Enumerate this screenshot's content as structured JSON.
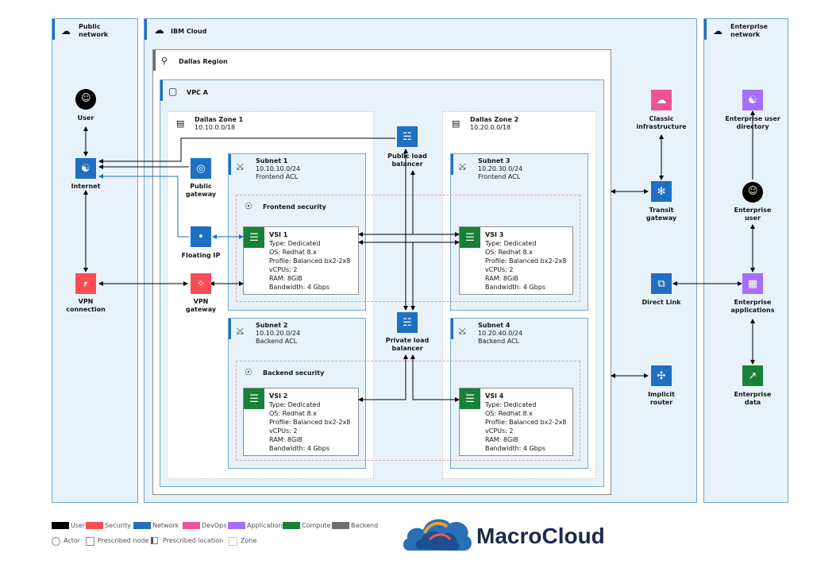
{
  "public_network": {
    "title": "Public\nnetwork",
    "title1": "Public",
    "title2": "network"
  },
  "ibm_cloud": {
    "title": "IBM Cloud"
  },
  "enterprise_network": {
    "title1": "Enterprise",
    "title2": "network"
  },
  "region": {
    "title": "Dallas Region"
  },
  "vpc": {
    "title": "VPC A"
  },
  "zone1": {
    "title": "Dallas Zone 1",
    "cidr": "10.10.0.0/18"
  },
  "zone2": {
    "title": "Dallas Zone 2",
    "cidr": "10.20.0.0/18"
  },
  "subnet1": {
    "title": "Subnet 1",
    "cidr": "10.10.10.0/24",
    "acl": "Frontend ACL"
  },
  "subnet2": {
    "title": "Subnet 2",
    "cidr": "10.10.20.0/24",
    "acl": "Backend ACL"
  },
  "subnet3": {
    "title": "Subnet 3",
    "cidr": "10.20.30.0/24",
    "acl": "Frontend ACL"
  },
  "subnet4": {
    "title": "Subnet 4",
    "cidr": "10.20.40.0/24",
    "acl": "Backend ACL"
  },
  "frontend_security": "Frontend security",
  "backend_security": "Backend security",
  "vsi1": {
    "name": "VSI 1",
    "type": "Type: Dedicated",
    "os": "OS: Redhat 8.x",
    "profile": "Profile: Balanced bx2-2x8",
    "vcpu": "vCPUs: 2",
    "ram": "RAM: 8GiB",
    "bw": "Bandwidth: 4 Gbps"
  },
  "vsi2": {
    "name": "VSI 2",
    "type": "Type: Dedicated",
    "os": "OS: Redhat 8.x",
    "profile": "Profile: Balanced bx2-2x8",
    "vcpu": "vCPUs: 2",
    "ram": "RAM: 8GiB",
    "bw": "Bandwidth: 4 Gbps"
  },
  "vsi3": {
    "name": "VSI 3",
    "type": "Type: Dedicated",
    "os": "OS: Redhat 8.x",
    "profile": "Profile: Balanced bx2-2x8",
    "vcpu": "vCPUs: 2",
    "ram": "RAM: 8GiB",
    "bw": "Bandwidth: 4 Gbps"
  },
  "vsi4": {
    "name": "VSI 4",
    "type": "Type: Dedicated",
    "os": "OS: Redhat 8.x",
    "profile": "Profile: Balanced bx2-2x8",
    "vcpu": "vCPUs: 2",
    "ram": "RAM: 8GiB",
    "bw": "Bandwidth: 4 Gbps"
  },
  "nodes": {
    "user": "User",
    "internet": "Internet",
    "vpn_connection1": "VPN",
    "vpn_connection2": "connection",
    "public_gateway1": "Public",
    "public_gateway2": "gateway",
    "floating_ip": "Floating IP",
    "vpn_gateway1": "VPN",
    "vpn_gateway2": "gateway",
    "public_lb1": "Public load",
    "public_lb2": "balancer",
    "private_lb1": "Private load",
    "private_lb2": "balancer",
    "classic1": "Classic",
    "classic2": "infrastructure",
    "transit1": "Transit",
    "transit2": "gateway",
    "direct_link": "Direct Link",
    "implicit1": "Implicit",
    "implicit2": "router",
    "ent_dir1": "Enterprise user",
    "ent_dir2": "directory",
    "ent_user1": "Enterprise",
    "ent_user2": "user",
    "ent_apps1": "Enterprise",
    "ent_apps2": "applications",
    "ent_data1": "Enterprise",
    "ent_data2": "data"
  },
  "legend": {
    "user": "User",
    "security": "Security",
    "network": "Network",
    "devops": "DevOps",
    "application": "Application",
    "compute": "Compute",
    "backend": "Backend",
    "actor": "Actor",
    "prescribed_node": "Prescribed node",
    "prescribed_location": "Prescribed location",
    "zone": "Zone"
  },
  "logo": {
    "text": "MacroCloud"
  },
  "colors": {
    "user": "#000000",
    "security": "#fa4d56",
    "network": "#1f70c1",
    "devops": "#ee5396",
    "application": "#a56eff",
    "compute": "#198038",
    "backend": "#6f6f6f"
  }
}
